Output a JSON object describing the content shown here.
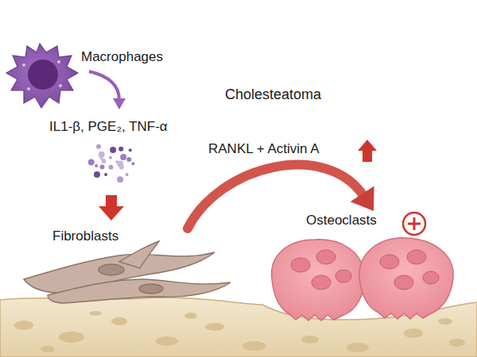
{
  "diagram": {
    "nodes": [
      {
        "text": [
          "Macrophages"
        ]
      },
      {
        "text": [
          "Fibroblasts"
        ]
      },
      {
        "text": [
          "Osteoclasts"
        ]
      }
    ],
    "edges": [
      {
        "from": 1,
        "to": 2,
        "arrow": "to"
      }
    ],
    "labels": [
      "IL1-β, PGE₂, TNF-α",
      "Cholesteatoma",
      "RANKL + Activin A"
    ]
  }
}
